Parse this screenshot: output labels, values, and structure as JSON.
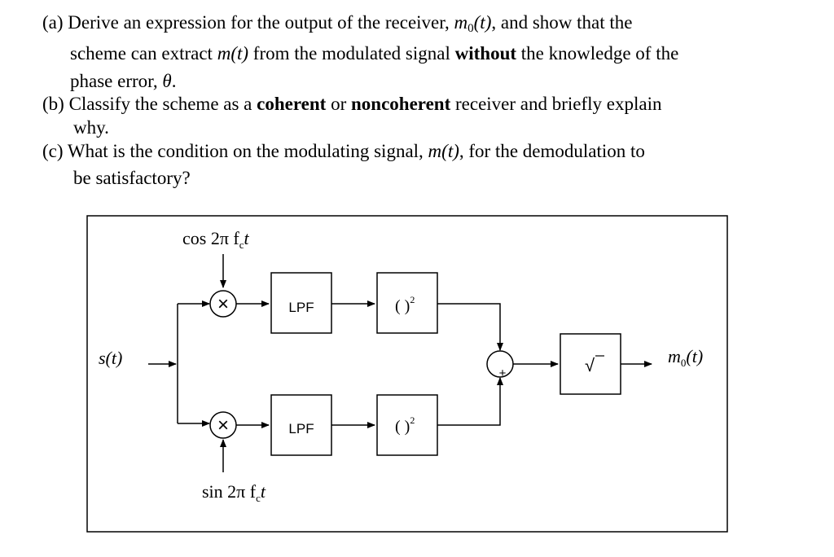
{
  "questions": {
    "a": {
      "l1_pre": "(a) Derive an expression for the output of the receiver, ",
      "l1_sym": "m",
      "l1_sub": "0",
      "l1_arg": "(t)",
      "l1_post": ", and show that the",
      "l2_pre": "scheme can extract ",
      "l2_sym": "m(t)",
      "l2_mid": " from the modulated signal ",
      "l2_bold": "without",
      "l2_post": " the knowledge of the",
      "l3_pre": "phase error, ",
      "l3_sym": "θ",
      "l3_post": "."
    },
    "b": {
      "l1_pre": "(b) Classify the scheme as a ",
      "l1_bold1": "coherent",
      "l1_mid": " or ",
      "l1_bold2": "noncoherent",
      "l1_post": " receiver and briefly explain",
      "l2": "why."
    },
    "c": {
      "l1_pre": "(c) What is the condition on the modulating signal, ",
      "l1_sym": "m(t)",
      "l1_post": ", for the demodulation to",
      "l2": "be satisfactory?"
    }
  },
  "diagram": {
    "cos_label": "cos 2π f",
    "cos_sub": "c",
    "cos_t": "t",
    "sin_label": "sin 2π f",
    "sin_sub": "c",
    "sin_t": "t",
    "input_label": "s(t)",
    "output_m": "m",
    "output_sub": "0",
    "output_arg": "(t)",
    "lpf_top": "LPF",
    "lpf_bottom": "LPF",
    "square_top": "( )",
    "square_top_exp": "2",
    "square_bottom": "( )",
    "square_bottom_exp": "2",
    "sqrt_symbol": "√",
    "multiplier_symbol": "×",
    "adder_symbol": "+"
  }
}
